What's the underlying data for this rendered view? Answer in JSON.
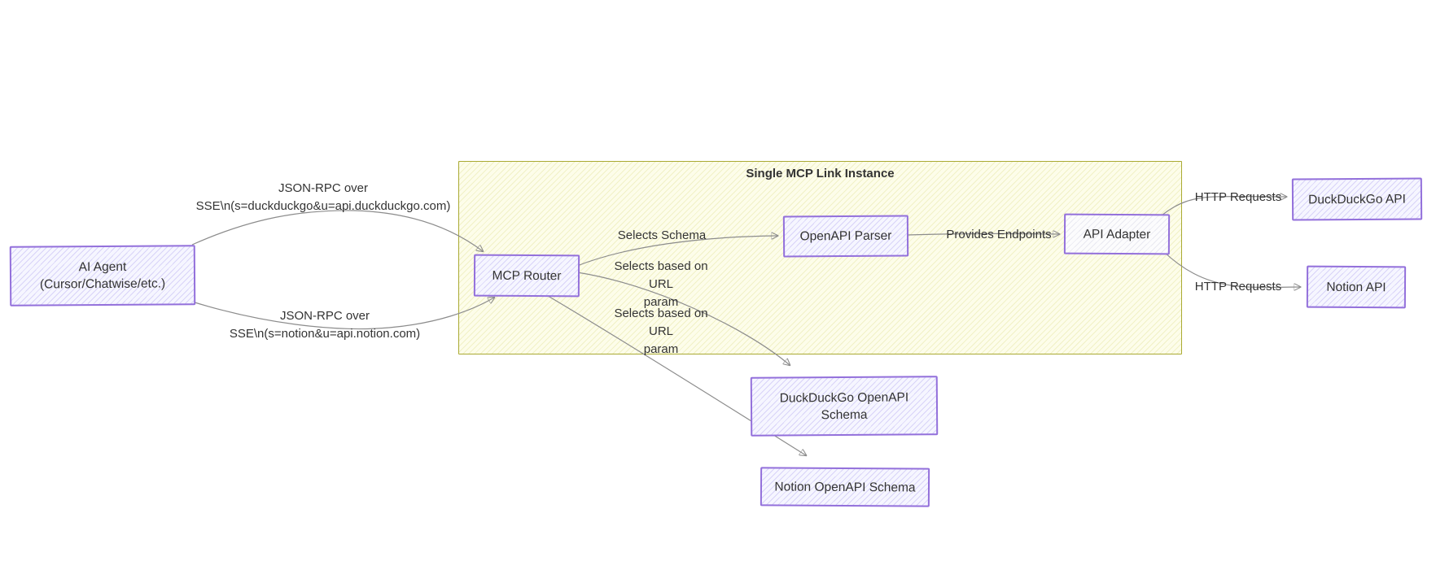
{
  "cluster": {
    "title": "Single MCP Link Instance"
  },
  "nodes": {
    "ai_agent": {
      "line1": "AI Agent",
      "line2": "(Cursor/Chatwise/etc.)"
    },
    "mcp_router": {
      "label": "MCP Router"
    },
    "openapi_parser": {
      "label": "OpenAPI Parser"
    },
    "api_adapter": {
      "label": "API Adapter"
    },
    "duckduckgo_api": {
      "label": "DuckDuckGo API"
    },
    "notion_api": {
      "label": "Notion API"
    },
    "duckduckgo_schema": {
      "line1": "DuckDuckGo OpenAPI",
      "line2": "Schema"
    },
    "notion_schema": {
      "label": "Notion OpenAPI Schema"
    }
  },
  "edges": [
    {
      "from": "AI Agent",
      "to": "MCP Router",
      "line1": "JSON-RPC over",
      "line2": "SSE\\n(s=duckduckgo&u=api.duckduckgo.com)"
    },
    {
      "from": "AI Agent",
      "to": "MCP Router",
      "line1": "JSON-RPC over",
      "line2": "SSE\\n(s=notion&u=api.notion.com)"
    },
    {
      "from": "MCP Router",
      "to": "OpenAPI Parser",
      "line1": "Selects Schema"
    },
    {
      "from": "MCP Router",
      "to": "DuckDuckGo OpenAPI Schema",
      "line1": "Selects based on URL",
      "line2": "param"
    },
    {
      "from": "MCP Router",
      "to": "Notion OpenAPI Schema",
      "line1": "Selects based on URL",
      "line2": "param"
    },
    {
      "from": "OpenAPI Parser",
      "to": "API Adapter",
      "line1": "Provides Endpoints"
    },
    {
      "from": "API Adapter",
      "to": "DuckDuckGo API",
      "line1": "HTTP Requests"
    },
    {
      "from": "API Adapter",
      "to": "Notion API",
      "line1": "HTTP Requests"
    }
  ],
  "colors": {
    "node_fill": "#ececff",
    "node_border": "#9370db",
    "cluster_fill": "#fdfdea",
    "cluster_border": "#aaaa33",
    "edge_line": "#8c8c8c",
    "arrow": "#333333",
    "text": "#333333"
  }
}
